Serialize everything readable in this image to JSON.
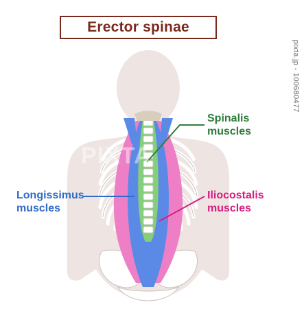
{
  "title": "Erector spinae",
  "labels": {
    "spinalis": {
      "line1": "Spinalis",
      "line2": "muscles"
    },
    "longissimus": {
      "line1": "Longissimus",
      "line2": "muscles"
    },
    "iliocostalis": {
      "line1": "Iliocostalis",
      "line2": "muscles"
    }
  },
  "watermark": "pixta.jp - 100680477",
  "stock_mark": "PIXTA",
  "colors": {
    "title": "#7a2a1c",
    "spinalis": "#2e7d3a",
    "longissimus": "#2f6cc8",
    "iliocostalis": "#d61f80",
    "body": "#eee4e2",
    "bone": "#ffffff"
  }
}
